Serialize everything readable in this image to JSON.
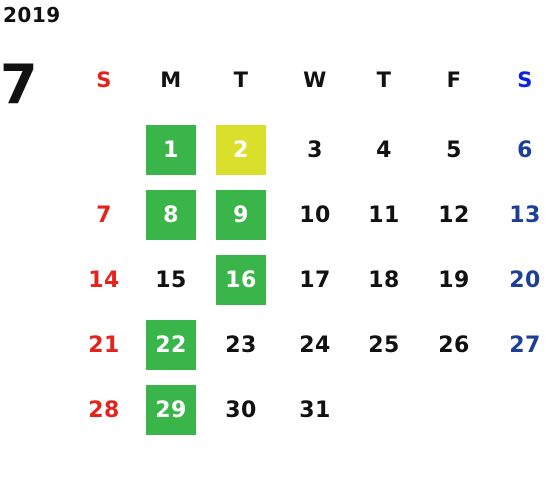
{
  "calendar": {
    "year": "2019",
    "month": "7",
    "weekdays": [
      "S",
      "M",
      "T",
      "W",
      "T",
      "F",
      "S"
    ],
    "weeks": [
      [
        "",
        "1",
        "2",
        "3",
        "4",
        "5",
        "6"
      ],
      [
        "7",
        "8",
        "9",
        "10",
        "11",
        "12",
        "13"
      ],
      [
        "14",
        "15",
        "16",
        "17",
        "18",
        "19",
        "20"
      ],
      [
        "21",
        "22",
        "23",
        "24",
        "25",
        "26",
        "27"
      ],
      [
        "28",
        "29",
        "30",
        "31",
        "",
        "",
        ""
      ]
    ],
    "highlighted_green_days": [
      "1",
      "8",
      "9",
      "16",
      "22",
      "29"
    ],
    "highlighted_yellow_days": [
      "2"
    ],
    "colors": {
      "sunday": "#e5231c",
      "saturday": "#1d3f95",
      "green_highlight": "#3ab54a",
      "yellow_highlight": "#d9df2a"
    }
  }
}
